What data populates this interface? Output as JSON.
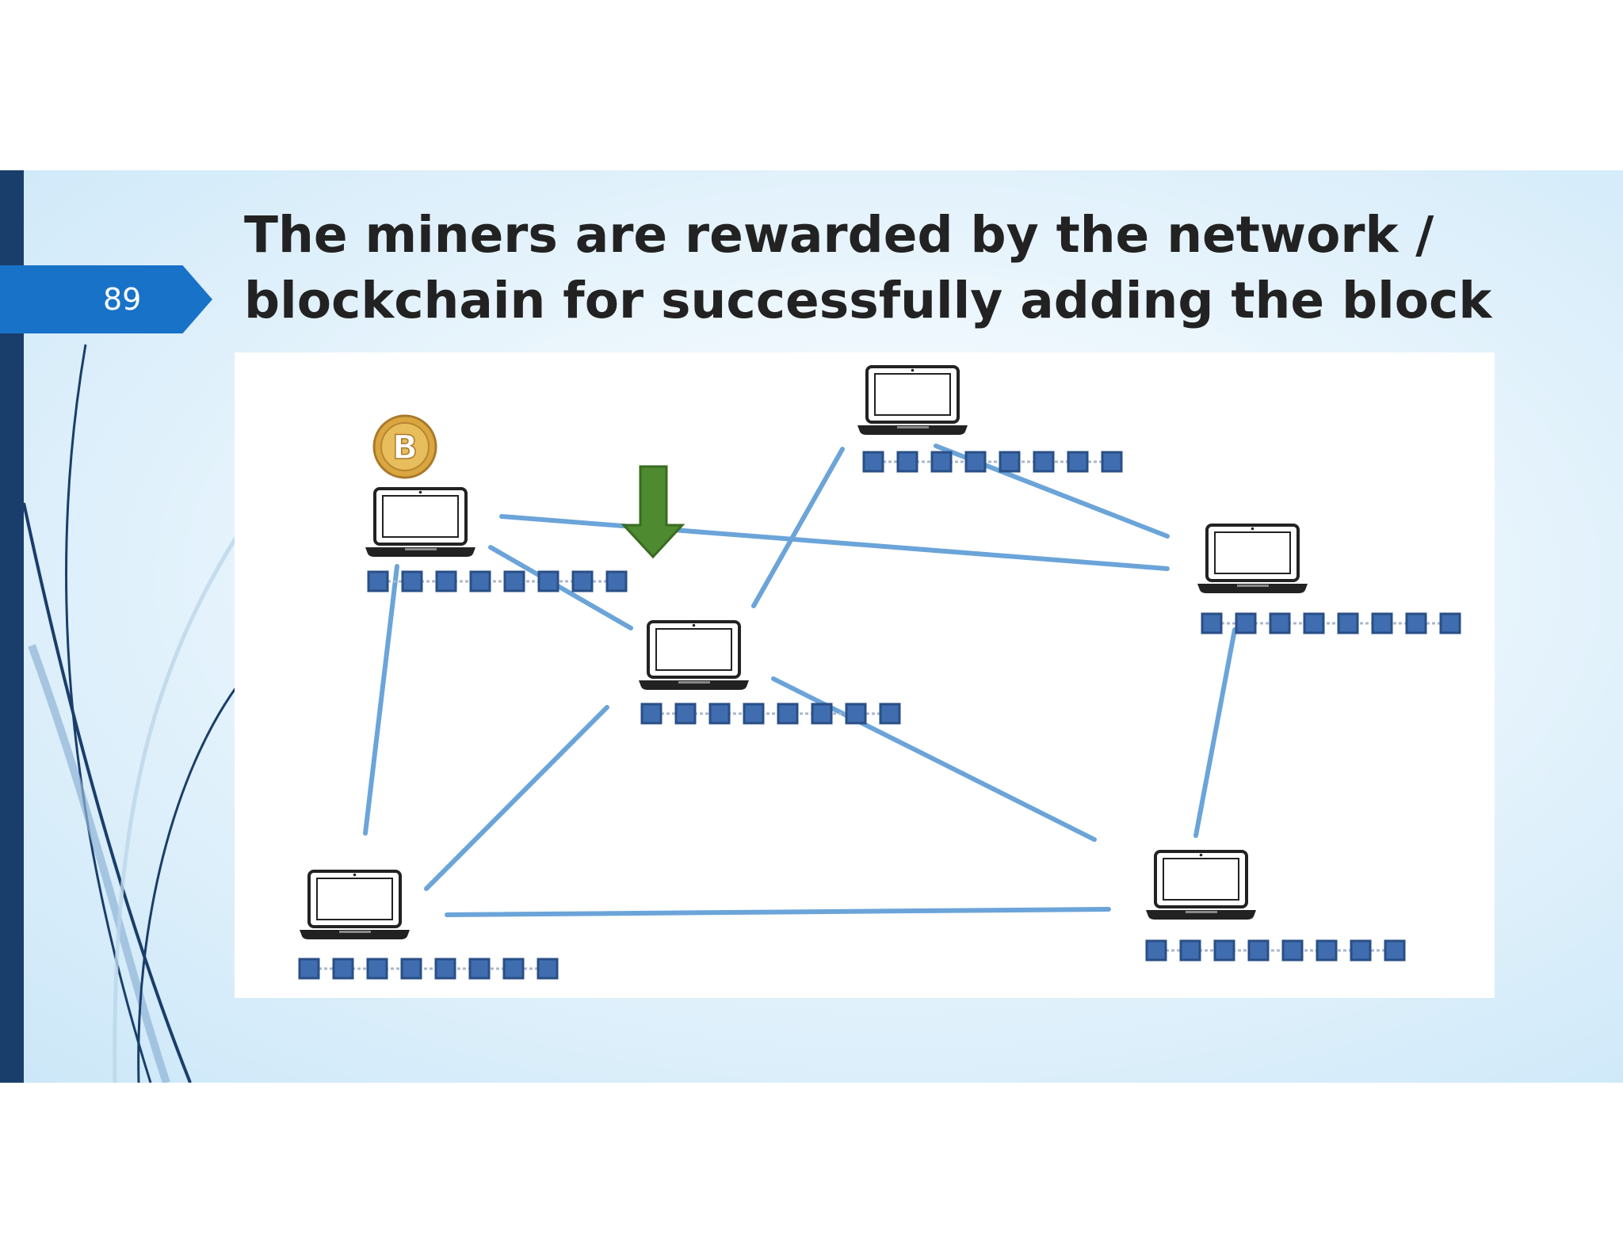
{
  "slide": {
    "page_number": "89",
    "title_line1": "The miners are rewarded by the network /",
    "title_line2": "blockchain for successfully adding the block"
  },
  "diagram": {
    "nodes": [
      "laptop-miner",
      "laptop-center",
      "laptop-top",
      "laptop-right",
      "laptop-bottom-left",
      "laptop-bottom-right"
    ],
    "reward_icon": "bitcoin-coin-icon",
    "reward_symbol": "B",
    "new_block_marker": "down-arrow-icon",
    "colors": {
      "connection": "#5b9bd5",
      "block_fill": "#3f6db0",
      "block_stroke": "#2a4f86",
      "arrow": "#4e8a2f",
      "coin": "#d9a640",
      "title_text": "#222222",
      "page_tab": "#1872c8",
      "left_bar": "#1a3e6b"
    }
  }
}
